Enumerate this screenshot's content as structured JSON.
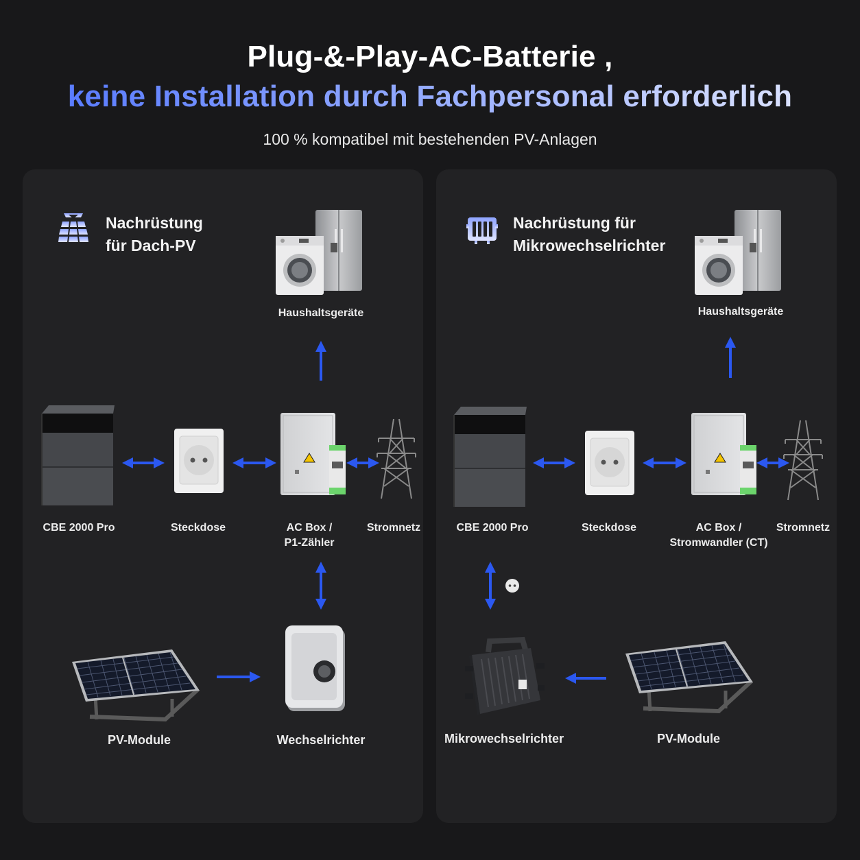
{
  "header": {
    "title_line1": "Plug-&-Play-AC-Batterie ,",
    "title_line2": "keine Installation durch Fachpersonal erforderlich",
    "subtitle": "100 % kompatibel mit bestehenden PV-Anlagen"
  },
  "panels": [
    {
      "title_line1": "Nachrüstung",
      "title_line2": "für Dach-PV",
      "icon": "solar-panel-icon",
      "labels": {
        "appliances": "Haushaltsgeräte",
        "battery": "CBE 2000 Pro",
        "socket": "Steckdose",
        "acbox_line1": "AC Box /",
        "acbox_line2": "P1-Zähler",
        "grid": "Stromnetz",
        "pv": "PV-Module",
        "inverter": "Wechselrichter"
      }
    },
    {
      "title_line1": "Nachrüstung für",
      "title_line2": "Mikrowechselrichter",
      "icon": "microinverter-icon",
      "labels": {
        "appliances": "Haushaltsgeräte",
        "battery": "CBE 2000 Pro",
        "socket": "Steckdose",
        "acbox_line1": "AC Box /",
        "acbox_line2": "Stromwandler (CT)",
        "grid": "Stromnetz",
        "pv": "PV-Module",
        "inverter": "Mikrowechselrichter"
      }
    }
  ],
  "colors": {
    "background": "#18181a",
    "panel": "#222224",
    "arrow": "#2b58f0",
    "accent_gradient_start": "#4f73ff"
  }
}
